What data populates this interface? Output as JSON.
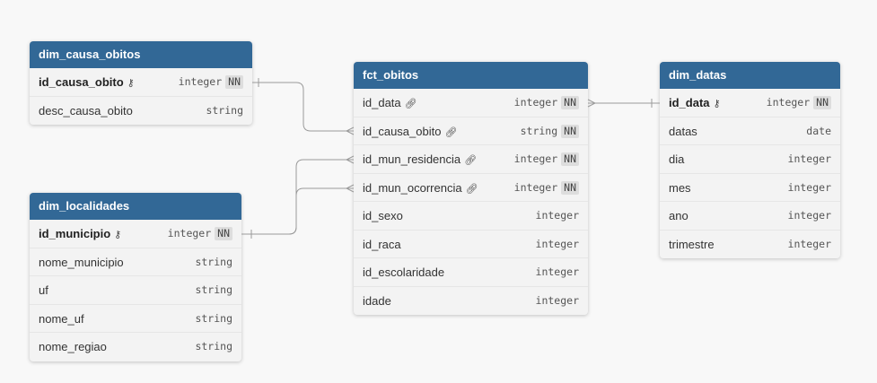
{
  "tables": {
    "dim_causa_obitos": {
      "name": "dim_causa_obitos",
      "fields": [
        {
          "name": "id_causa_obito",
          "type": "integer",
          "nn": "NN",
          "icon": "key-icon"
        },
        {
          "name": "desc_causa_obito",
          "type": "string"
        }
      ]
    },
    "dim_localidades": {
      "name": "dim_localidades",
      "fields": [
        {
          "name": "id_municipio",
          "type": "integer",
          "nn": "NN",
          "icon": "key-icon"
        },
        {
          "name": "nome_municipio",
          "type": "string"
        },
        {
          "name": "uf",
          "type": "string"
        },
        {
          "name": "nome_uf",
          "type": "string"
        },
        {
          "name": "nome_regiao",
          "type": "string"
        }
      ]
    },
    "fct_obitos": {
      "name": "fct_obitos",
      "fields": [
        {
          "name": "id_data",
          "type": "integer",
          "nn": "NN",
          "icon": "link-icon"
        },
        {
          "name": "id_causa_obito",
          "type": "string",
          "nn": "NN",
          "icon": "link-icon"
        },
        {
          "name": "id_mun_residencia",
          "type": "integer",
          "nn": "NN",
          "icon": "link-icon"
        },
        {
          "name": "id_mun_ocorrencia",
          "type": "integer",
          "nn": "NN",
          "icon": "link-icon"
        },
        {
          "name": "id_sexo",
          "type": "integer"
        },
        {
          "name": "id_raca",
          "type": "integer"
        },
        {
          "name": "id_escolaridade",
          "type": "integer"
        },
        {
          "name": "idade",
          "type": "integer"
        }
      ]
    },
    "dim_datas": {
      "name": "dim_datas",
      "fields": [
        {
          "name": "id_data",
          "type": "integer",
          "nn": "NN",
          "icon": "key-icon"
        },
        {
          "name": "datas",
          "type": "date"
        },
        {
          "name": "dia",
          "type": "integer"
        },
        {
          "name": "mes",
          "type": "integer"
        },
        {
          "name": "ano",
          "type": "integer"
        },
        {
          "name": "trimestre",
          "type": "integer"
        }
      ]
    }
  },
  "colors": {
    "header": "#326896",
    "body": "#f3f3f3",
    "connector": "#9a9a9a"
  }
}
